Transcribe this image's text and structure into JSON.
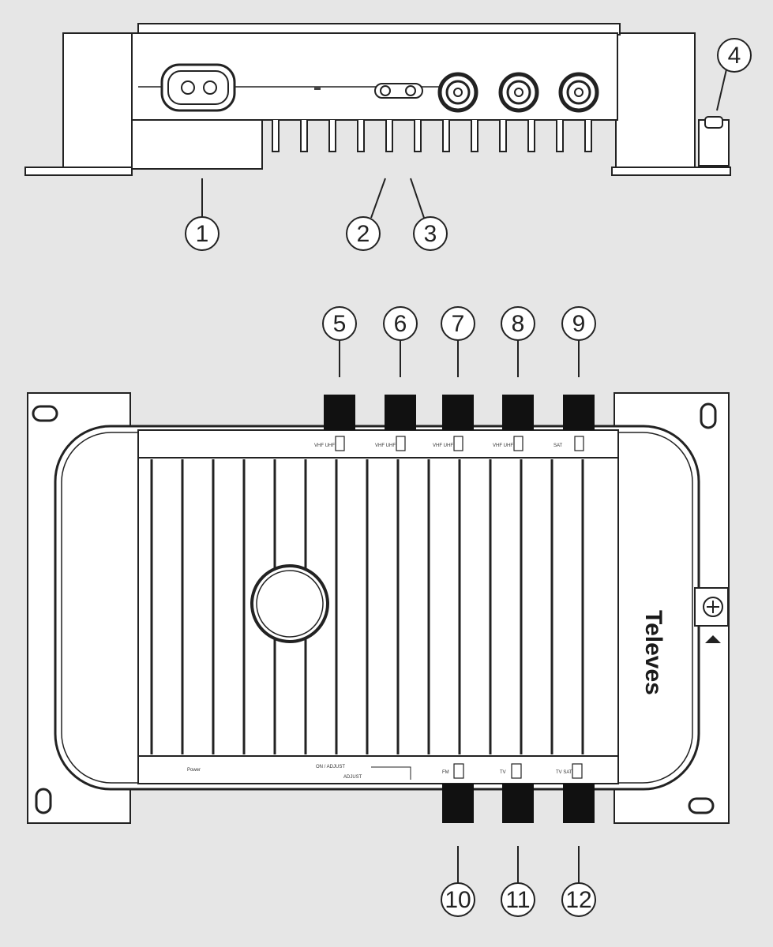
{
  "callouts": [
    "1",
    "2",
    "3",
    "4",
    "5",
    "6",
    "7",
    "8",
    "9",
    "10",
    "11",
    "12"
  ],
  "brand": "Televes",
  "top_labels": [
    "VHF UHF",
    "VHF UHF",
    "VHF UHF",
    "VHF UHF",
    "SAT"
  ],
  "bottom_labels": {
    "power": "Power",
    "adjust1": "ON / ADJUST",
    "adjust2": "ADJUST",
    "fm": "FM",
    "tv": "TV",
    "tvsat": "TV SAT"
  }
}
